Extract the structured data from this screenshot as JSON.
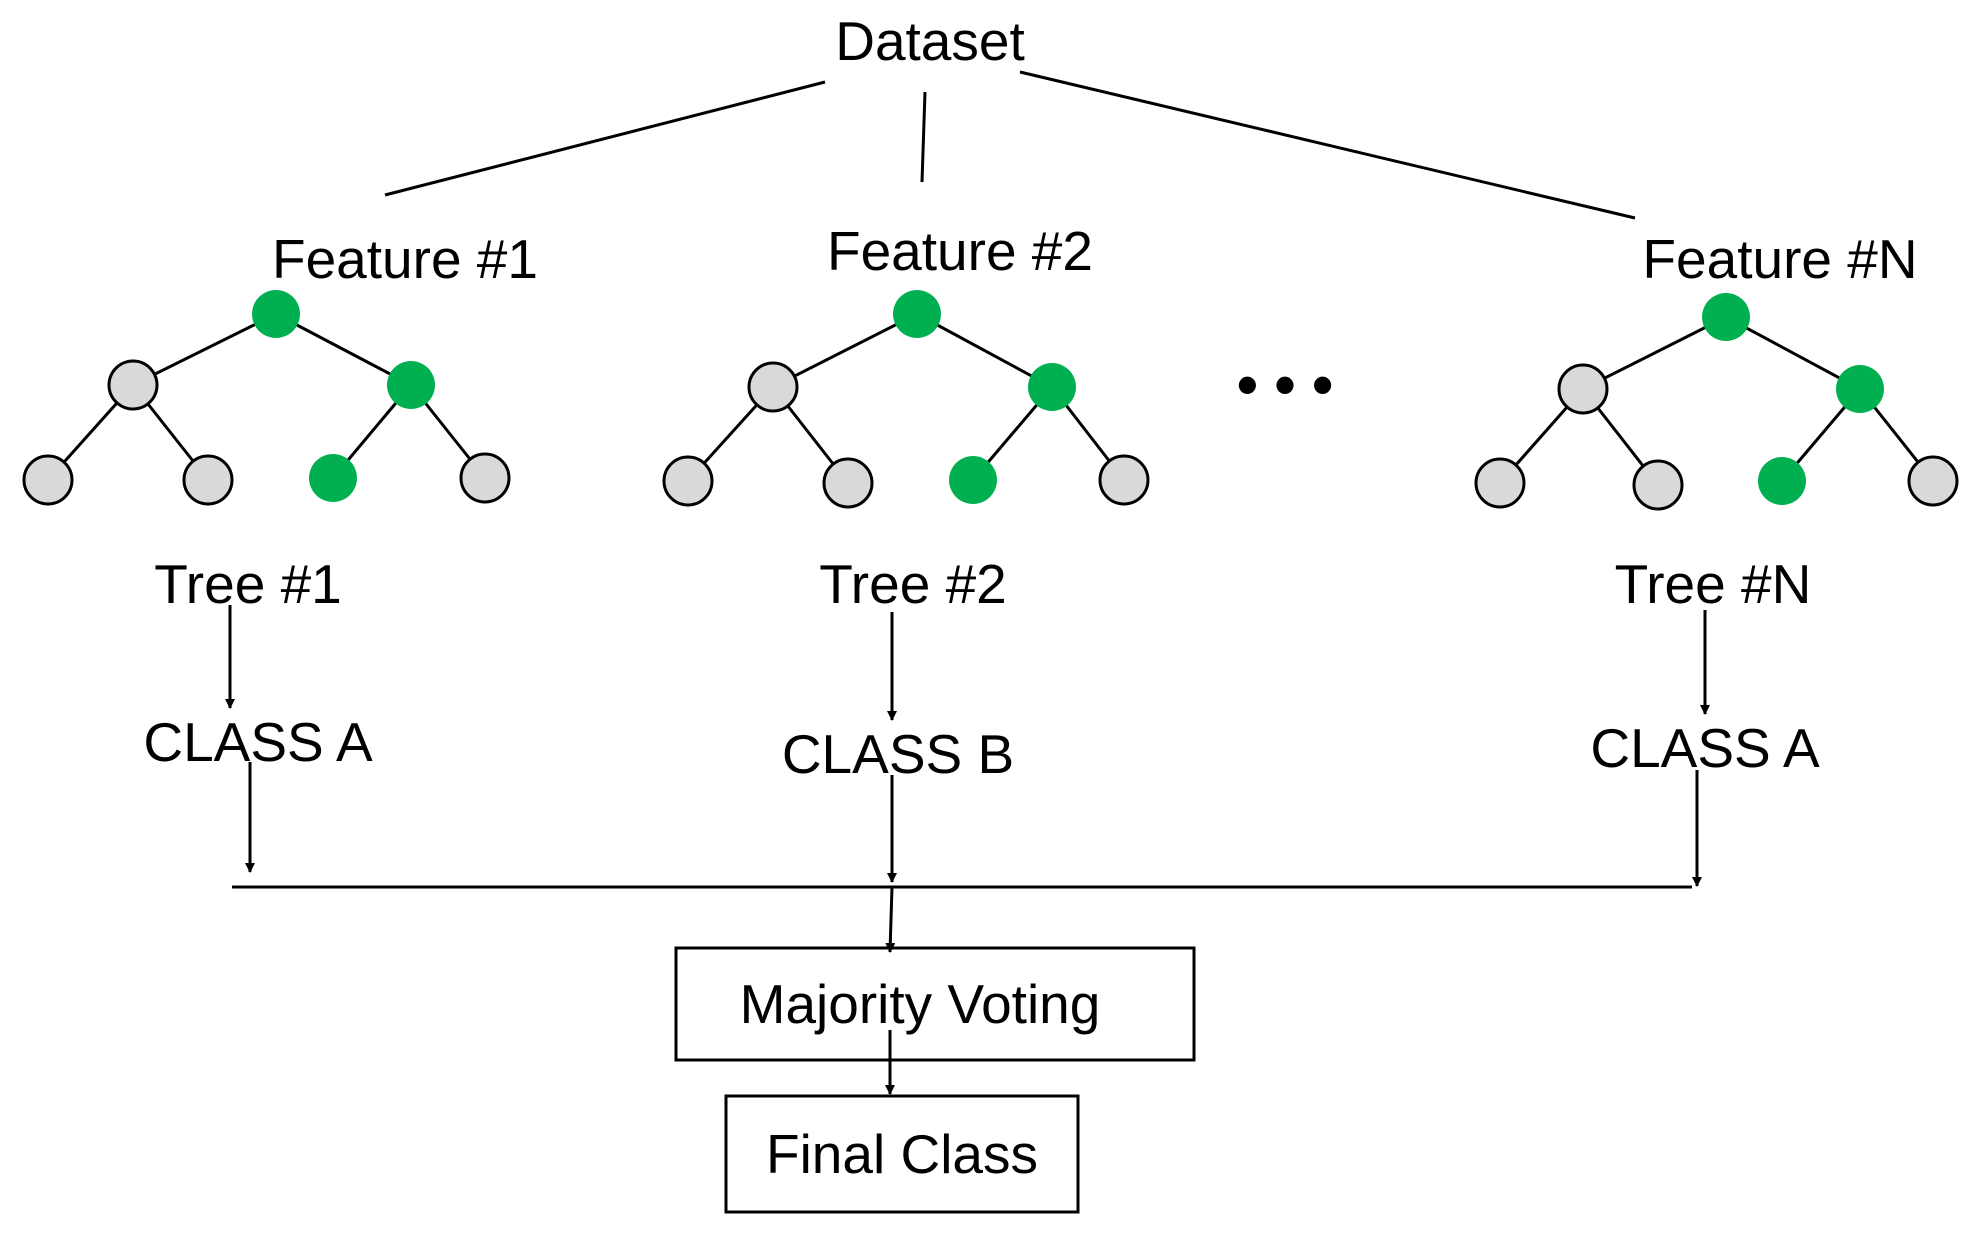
{
  "dataset_label": "Dataset",
  "ellipsis": "• • •",
  "colors": {
    "highlight_node": "#00b050",
    "plain_node": "#d9d9d9",
    "line": "#000000",
    "background": "#ffffff"
  },
  "trees": [
    {
      "feature_label": "Feature #1",
      "tree_label": "Tree #1",
      "class_label": "CLASS A",
      "node_colors": [
        "highlight",
        "plain",
        "highlight",
        "plain",
        "plain",
        "highlight",
        "plain"
      ]
    },
    {
      "feature_label": "Feature #2",
      "tree_label": "Tree #2",
      "class_label": "CLASS B",
      "node_colors": [
        "highlight",
        "plain",
        "highlight",
        "plain",
        "plain",
        "highlight",
        "plain"
      ]
    },
    {
      "feature_label": "Feature #N",
      "tree_label": "Tree #N",
      "class_label": "CLASS A",
      "node_colors": [
        "highlight",
        "plain",
        "highlight",
        "plain",
        "plain",
        "highlight",
        "plain"
      ]
    }
  ],
  "majority_voting_label": "Majority Voting",
  "final_class_label": "Final Class"
}
